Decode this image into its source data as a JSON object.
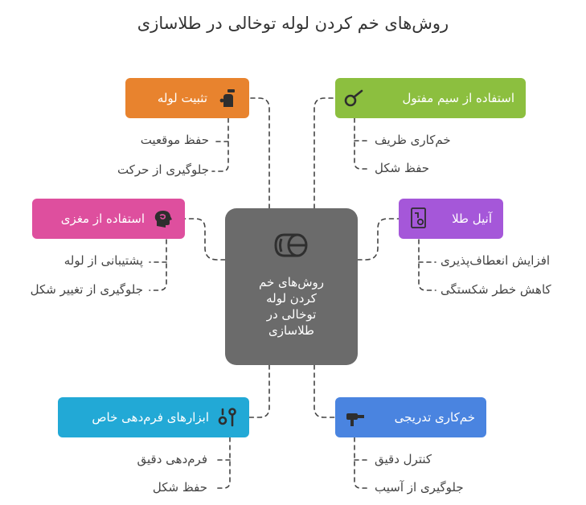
{
  "title": "روش‌های خم کردن لوله توخالی در طلاسازی",
  "center": {
    "lines": [
      "روش‌های خم",
      "کردن لوله",
      "توخالی در",
      "طلاسازی"
    ],
    "icon": "pipe-cross-section-icon"
  },
  "branches": [
    {
      "id": "fix",
      "label": "تثبیت لوله",
      "color": "#e8832e",
      "icon": "clamp-tool-icon",
      "children": [
        "حفظ موقعیت",
        "جلوگیری از حرکت"
      ]
    },
    {
      "id": "core",
      "label": "استفاده از مغزی",
      "color": "#de4f9e",
      "icon": "head-brain-icon",
      "children": [
        "پشتیبانی از لوله",
        "جلوگیری از تغییر شکل"
      ]
    },
    {
      "id": "tools",
      "label": "ابزارهای فرم‌دهی خاص",
      "color": "#22a9d6",
      "icon": "pliers-icon",
      "children": [
        "فرم‌دهی دقیق",
        "حفظ شکل"
      ]
    },
    {
      "id": "wire",
      "label": "استفاده از سیم مفتول",
      "color": "#8cbf3f",
      "icon": "wire-loop-icon",
      "children": [
        "خم‌کاری ظریف",
        "حفظ شکل"
      ]
    },
    {
      "id": "anneal",
      "label": "آنیل طلا",
      "color": "#a557d9",
      "icon": "gold-document-icon",
      "children": [
        "افزایش انعطاف‌پذیری",
        "کاهش خطر شکستگی"
      ]
    },
    {
      "id": "gradual",
      "label": "خم‌کاری تدریجی",
      "color": "#4a84e0",
      "icon": "blowtorch-icon",
      "children": [
        "کنترل دقیق",
        "جلوگیری از آسیب"
      ]
    }
  ]
}
